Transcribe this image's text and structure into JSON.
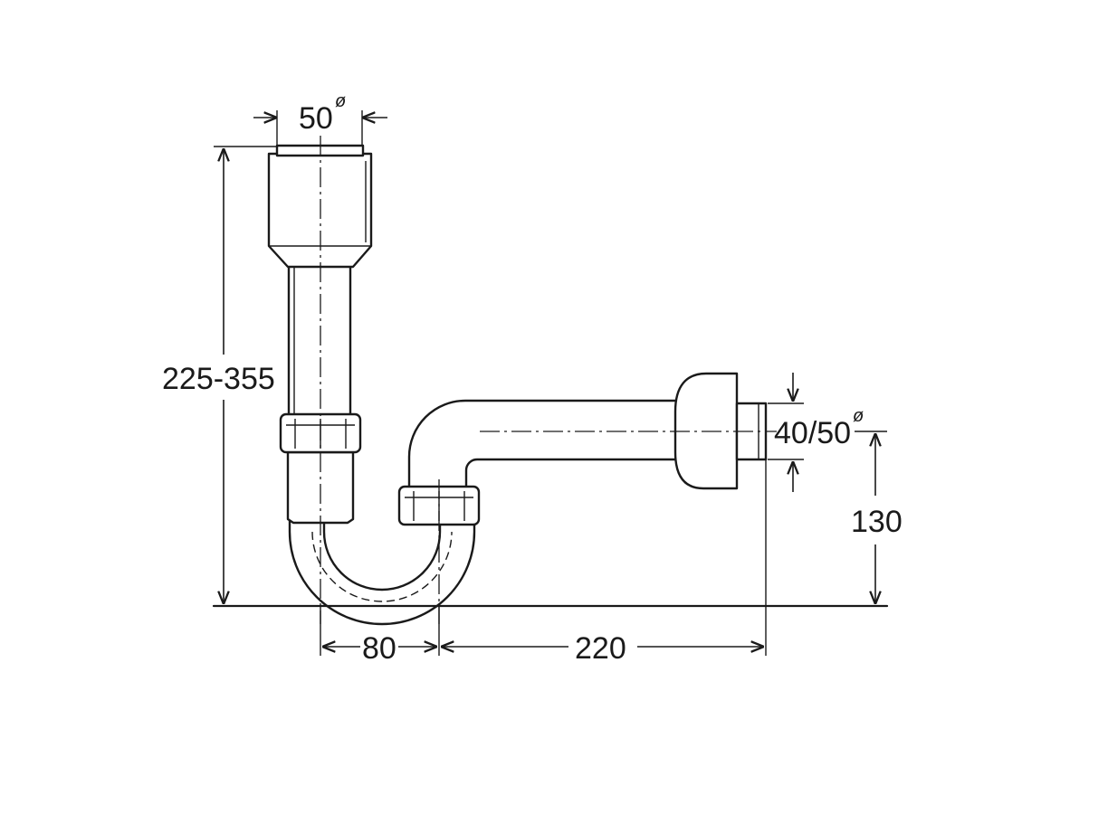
{
  "dimensions": {
    "top_inlet_diameter": "50",
    "overall_height": "225-355",
    "outlet_diameter": "40/50",
    "outlet_height": "130",
    "trap_offset": "80",
    "outlet_length": "220",
    "diameter_symbol": "ø"
  },
  "colors": {
    "line": "#1a1a1a",
    "background": "#ffffff"
  }
}
